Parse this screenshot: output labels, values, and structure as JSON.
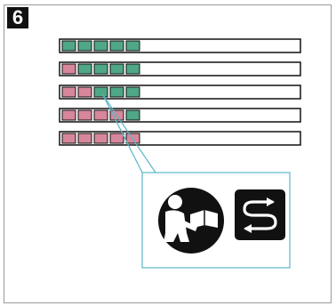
{
  "step": {
    "number": "6"
  },
  "colors": {
    "pink": "#d7879b",
    "green": "#4fa787",
    "outline": "#111111",
    "callout_border": "#5ab7c6",
    "badge_background": "#111111"
  },
  "rows": [
    {
      "segments": [
        "green",
        "green",
        "green",
        "green",
        "green"
      ]
    },
    {
      "segments": [
        "pink",
        "green",
        "green",
        "green",
        "green"
      ]
    },
    {
      "segments": [
        "pink",
        "pink",
        "green",
        "green",
        "green"
      ]
    },
    {
      "segments": [
        "pink",
        "pink",
        "pink",
        "pink",
        "green"
      ]
    },
    {
      "segments": [
        "pink",
        "pink",
        "pink",
        "pink",
        "pink"
      ]
    }
  ],
  "icons": {
    "manual": "read-manual-icon",
    "reverse": "reverse-cycle-icon"
  }
}
